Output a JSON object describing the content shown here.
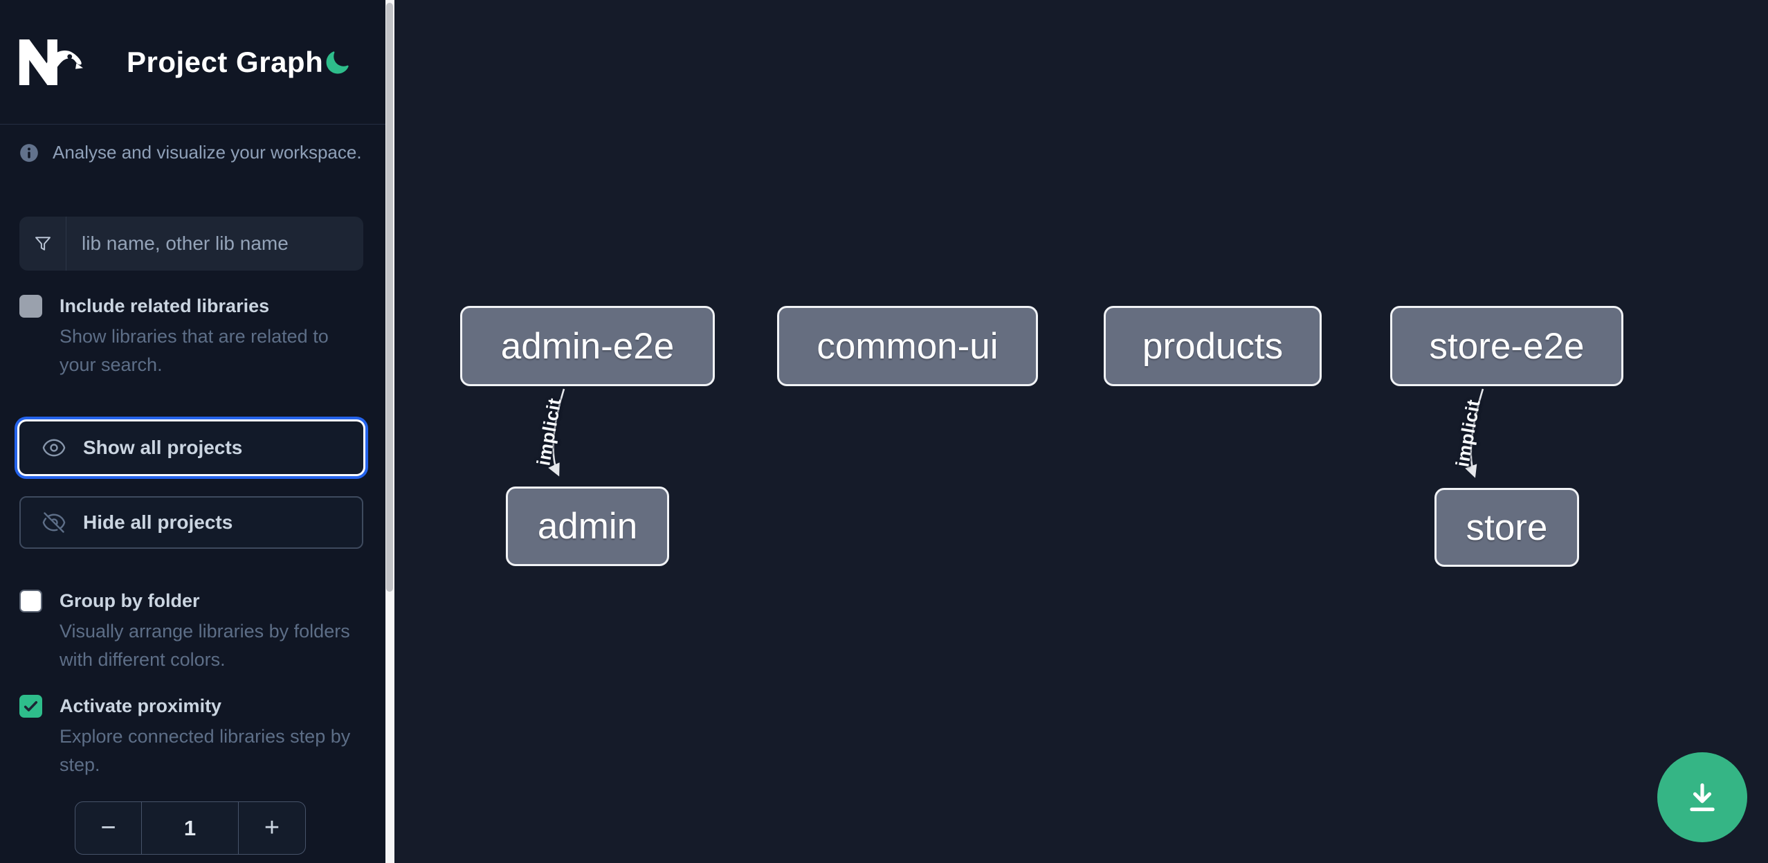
{
  "header": {
    "title": "Project Graph"
  },
  "sidebar": {
    "tagline": "Analyse and visualize your workspace.",
    "search": {
      "placeholder": "lib name, other lib name",
      "value": ""
    },
    "toggles": [
      {
        "label": "Include related libraries",
        "description": "Show libraries that are related to your search.",
        "checked": false
      },
      {
        "label": "Group by folder",
        "description": "Visually arrange libraries by folders with different colors.",
        "checked": false
      },
      {
        "label": "Activate proximity",
        "description": "Explore connected libraries step by step.",
        "checked": true
      }
    ],
    "buttons": {
      "show_all": "Show all projects",
      "hide_all": "Hide all projects"
    },
    "proximity_stepper": {
      "decrement": "−",
      "value": "1",
      "increment": "+"
    }
  },
  "graph": {
    "nodes": [
      {
        "label": "admin-e2e"
      },
      {
        "label": "common-ui"
      },
      {
        "label": "products"
      },
      {
        "label": "store-e2e"
      },
      {
        "label": "admin"
      },
      {
        "label": "store"
      }
    ],
    "edges": [
      {
        "from": "admin-e2e",
        "to": "admin",
        "label": "implicit"
      },
      {
        "from": "store-e2e",
        "to": "store",
        "label": "implicit"
      }
    ]
  },
  "colors": {
    "accent_teal": "#2ebd8b",
    "fab_green": "#35b585",
    "focus_ring_blue": "#2563eb",
    "node_fill": "#666e80",
    "node_border": "#f1f3f6",
    "edge": "#e5e7eb",
    "sidebar_bg": "#101624",
    "canvas_bg": "#151b29"
  }
}
